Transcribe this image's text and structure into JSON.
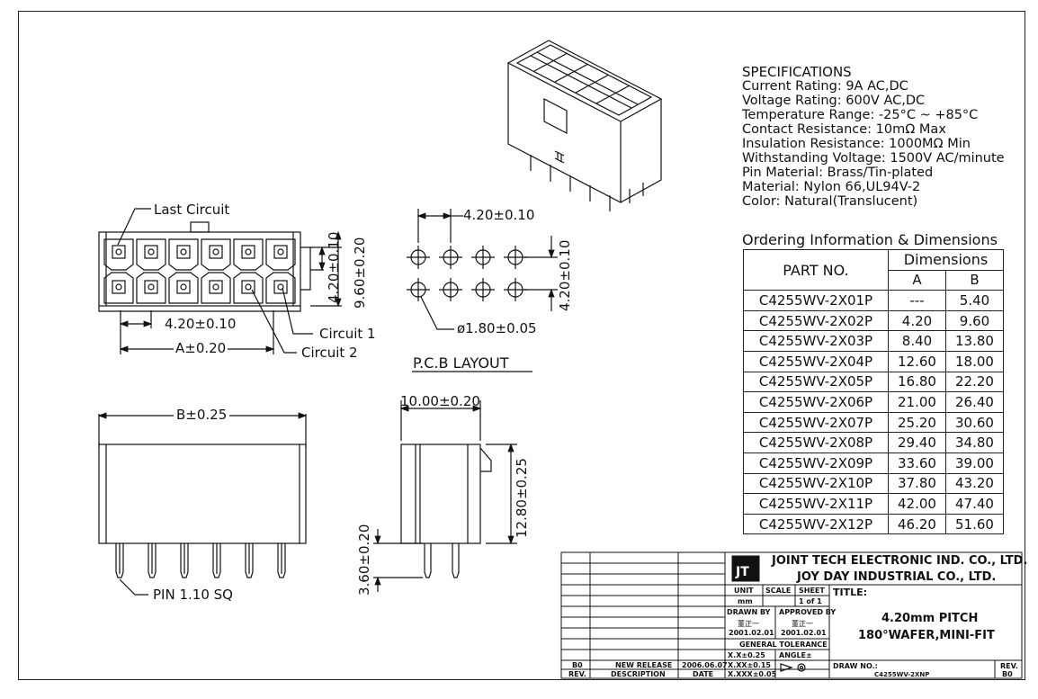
{
  "specifications": {
    "title": "SPECIFICATIONS",
    "lines": [
      "Current Rating: 9A AC,DC",
      "Voltage Rating: 600V AC,DC",
      "Temperature Range: -25°C ~ +85°C",
      "Contact Resistance: 10mΩ Max",
      "Insulation Resistance: 1000MΩ Min",
      "Withstanding Voltage: 1500V AC/minute",
      "Pin Material: Brass/Tin-plated",
      "Material: Nylon 66,UL94V-2",
      "Color: Natural(Translucent)"
    ]
  },
  "ordering": {
    "title": "Ordering Information & Dimensions",
    "part_header": "PART NO.",
    "dims_header": "Dimensions",
    "col_a": "A",
    "col_b": "B",
    "rows": [
      {
        "part": "C4255WV-2X01P",
        "a": "---",
        "b": "5.40"
      },
      {
        "part": "C4255WV-2X02P",
        "a": "4.20",
        "b": "9.60"
      },
      {
        "part": "C4255WV-2X03P",
        "a": "8.40",
        "b": "13.80"
      },
      {
        "part": "C4255WV-2X04P",
        "a": "12.60",
        "b": "18.00"
      },
      {
        "part": "C4255WV-2X05P",
        "a": "16.80",
        "b": "22.20"
      },
      {
        "part": "C4255WV-2X06P",
        "a": "21.00",
        "b": "26.40"
      },
      {
        "part": "C4255WV-2X07P",
        "a": "25.20",
        "b": "30.60"
      },
      {
        "part": "C4255WV-2X08P",
        "a": "29.40",
        "b": "34.80"
      },
      {
        "part": "C4255WV-2X09P",
        "a": "33.60",
        "b": "39.00"
      },
      {
        "part": "C4255WV-2X10P",
        "a": "37.80",
        "b": "43.20"
      },
      {
        "part": "C4255WV-2X11P",
        "a": "42.00",
        "b": "47.40"
      },
      {
        "part": "C4255WV-2X12P",
        "a": "46.20",
        "b": "51.60"
      }
    ]
  },
  "drawing": {
    "last_circuit": "Last Circuit",
    "circuit1": "Circuit 1",
    "circuit2": "Circuit 2",
    "pitch_front": "4.20±0.10",
    "dim_a": "A±0.20",
    "height_420": "4.20±0.10",
    "height_960": "9.60±0.20",
    "pcb_pitch": "4.20±0.10",
    "pcb_vpitch": "4.20±0.10",
    "pcb_hole": "ø1.80±0.05",
    "pcb_title": "P.C.B LAYOUT",
    "dim_b": "B±0.25",
    "pin": "PIN 1.10 SQ",
    "side_width": "10.00±0.20",
    "side_height": "12.80±0.25",
    "pin_length": "3.60±0.20"
  },
  "title_block": {
    "company1": "JOINT TECH ELECTRONIC IND. CO., LTD.",
    "company2": "JOY DAY INDUSTRIAL CO., LTD.",
    "title_label": "TITLE:",
    "title1": "4.20mm PITCH",
    "title2": "180°WAFER,MINI-FIT",
    "unit_label": "UNIT",
    "unit_value": "mm",
    "scale_label": "SCALE",
    "sheet_label": "SHEET",
    "sheet_value": "1 of 1",
    "drawn_label": "DRAWN BY",
    "drawn_name": "董正一",
    "drawn_date": "2001.02.01",
    "approved_label": "APPROVED BY",
    "approved_name": "董正一",
    "approved_date": "2001.02.01",
    "tol_label": "GENERAL TOLERANCE",
    "tol1": "X.X±0.25",
    "tol2": "X.XX±0.15",
    "tol3": "X.XXX±0.05",
    "angle_label": "ANGLE±",
    "drawno_label": "DRAW NO.:",
    "drawno": "C4255WV-2XNP",
    "rev_label": "REV.",
    "rev_value": "B0",
    "rev_row": {
      "rev": "B0",
      "desc": "NEW RELEASE",
      "date": "2006.06.07"
    },
    "rev_hdr": {
      "rev": "REV.",
      "desc": "DESCRIPTION",
      "date": "DATE"
    }
  }
}
